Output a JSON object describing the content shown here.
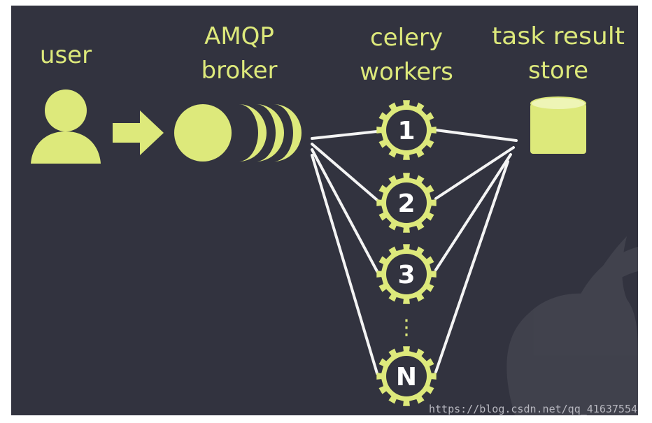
{
  "labels": {
    "user": "user",
    "broker_line1": "AMQP",
    "broker_line2": "broker",
    "workers_line1": "celery",
    "workers_line2": "workers",
    "store_line1": "task result",
    "store_line2": "store"
  },
  "workers": [
    "1",
    "2",
    "3",
    "N"
  ],
  "ellipsis": "⋮",
  "watermark": "https://blog.csdn.net/qq_41637554",
  "colors": {
    "background": "#32333f",
    "accent": "#dde97b",
    "line": "#f4f4f4",
    "worker_fill": "#32333f"
  },
  "icons": {
    "user": "user-icon",
    "arrow": "arrow-right-icon",
    "broker": "queue-icon",
    "workers": "gear-icon",
    "store": "database-icon",
    "mascot": "celery-mascot"
  }
}
